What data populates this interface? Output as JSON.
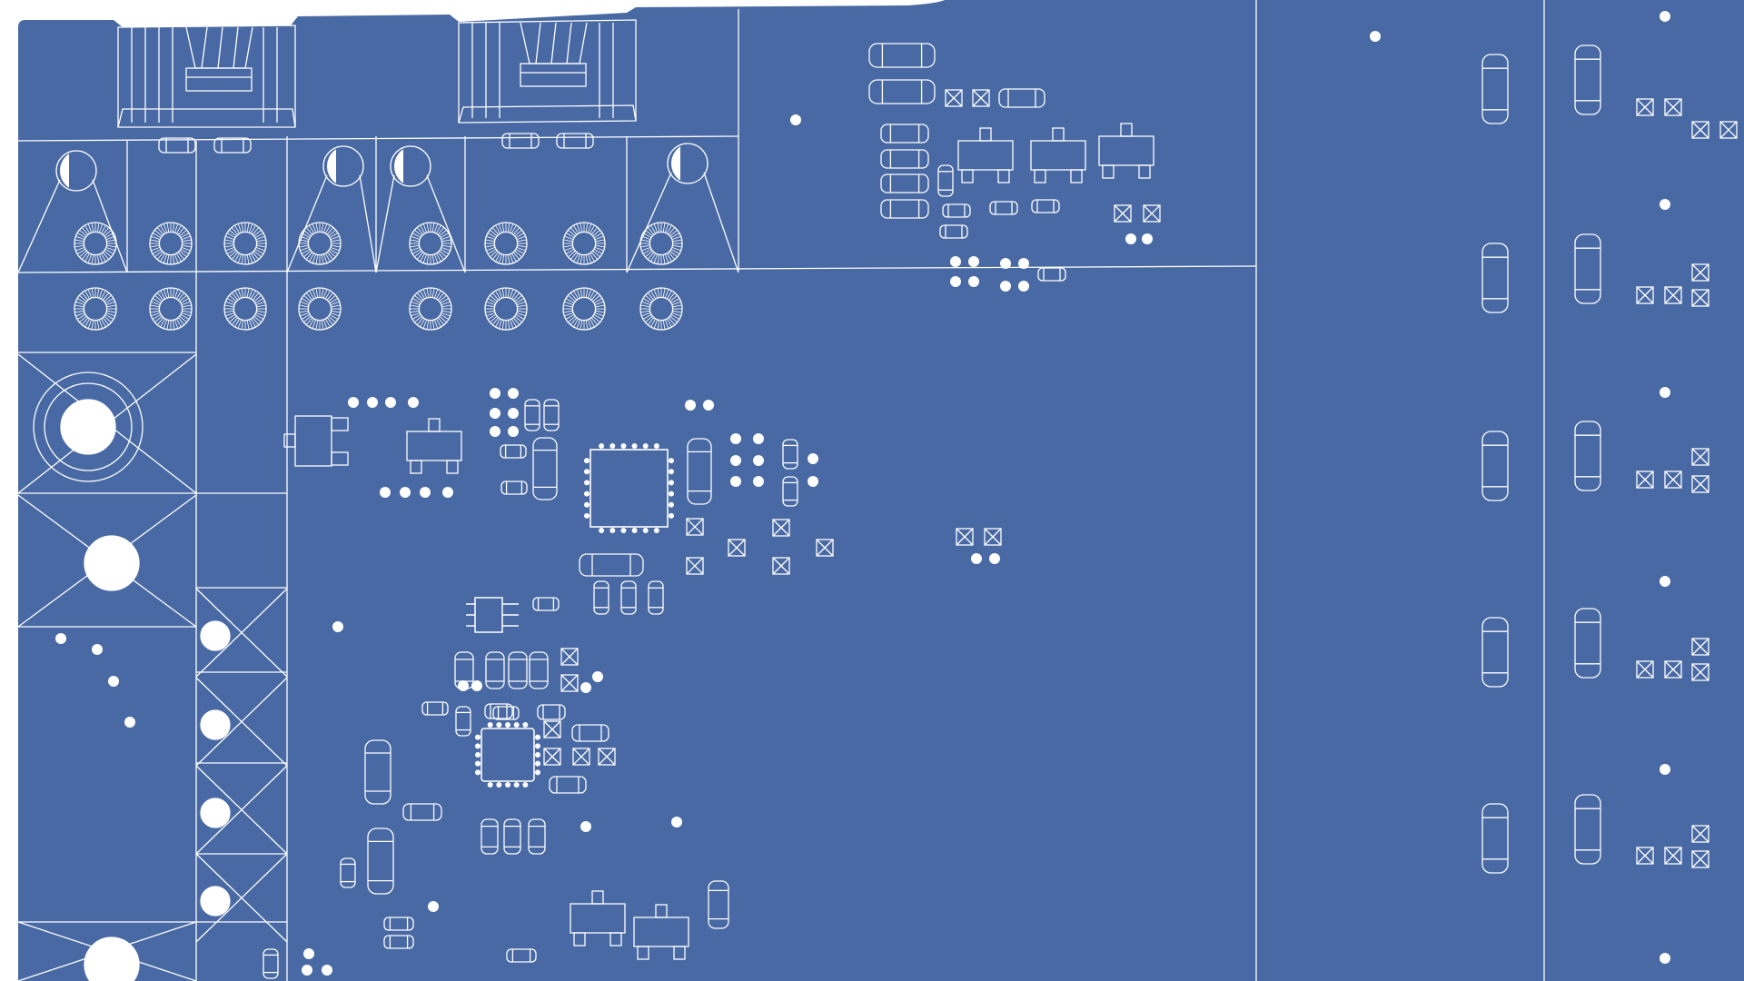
{
  "viewport": {
    "kind": "pcb-3d-wireframe-view",
    "colors": {
      "background": "#ffffff",
      "board": "#4869a3",
      "lines": "#ffffff"
    }
  },
  "components": {
    "connectors": 2,
    "mounting_holes_large": 4,
    "mounting_holes_small": 12,
    "coil_rings_top_row": 8,
    "coil_rings_second_row": 8,
    "ic_packages": 2,
    "sot23_transistors": 7,
    "so8_package": 1,
    "right_column_resistors": 10
  }
}
